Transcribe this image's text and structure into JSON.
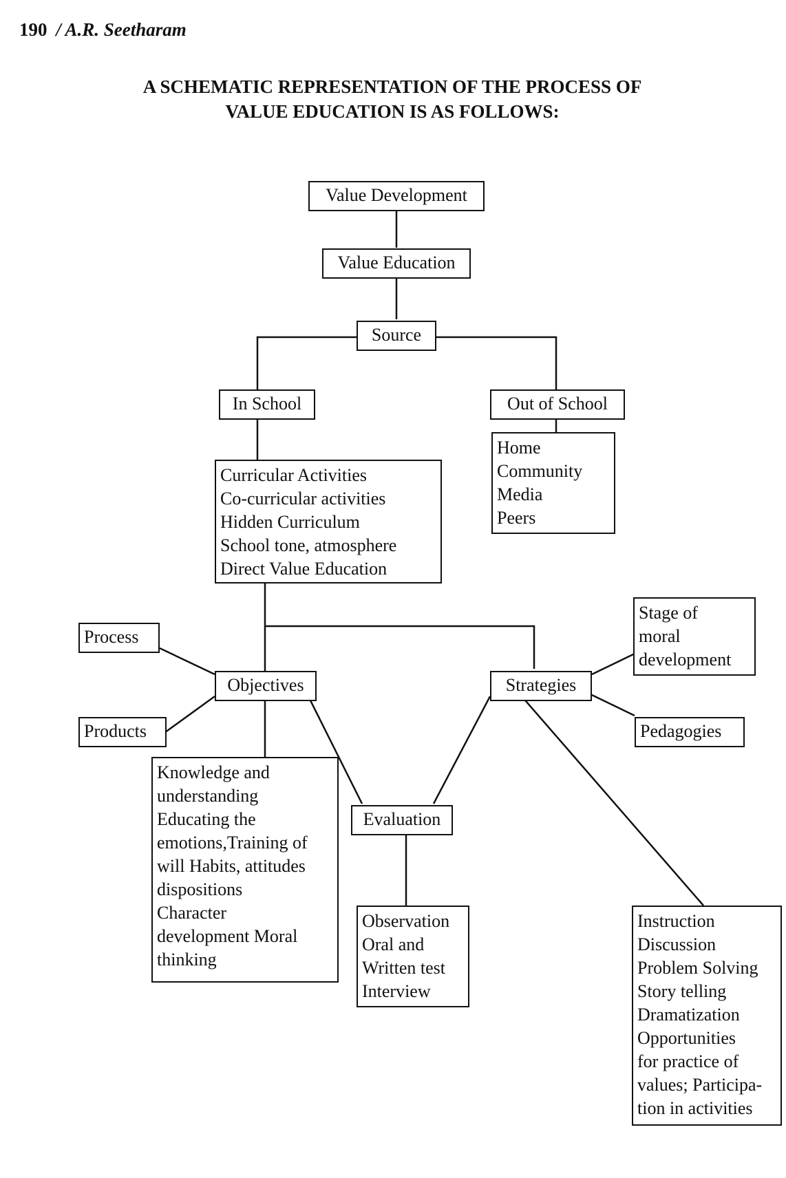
{
  "header": {
    "page_number": "190",
    "author": "/ A.R. Seetharam"
  },
  "title": {
    "line1": "A SCHEMATIC REPRESENTATION OF THE PROCESS OF",
    "line2": "VALUE EDUCATION IS AS FOLLOWS:"
  },
  "nodes": {
    "value_development": "Value Development",
    "value_education": "Value Education",
    "source": "Source",
    "in_school": "In School",
    "out_of_school": "Out of School",
    "in_school_items": [
      "Curricular Activities",
      "Co-curricular activities",
      "Hidden Curriculum",
      "School tone, atmosphere",
      "Direct Value Education"
    ],
    "out_of_school_items": [
      "Home",
      "Community",
      "Media",
      "Peers"
    ],
    "process": "Process",
    "products": "Products",
    "objectives": "Objectives",
    "strategies": "Strategies",
    "stage_of_moral_development": [
      "Stage of",
      "moral",
      "development"
    ],
    "pedagogies": "Pedagogies",
    "evaluation": "Evaluation",
    "objectives_items": [
      "Knowledge and",
      "understanding",
      "Educating the",
      "emotions,Training of",
      "will Habits, attitudes",
      "dispositions",
      "Character",
      "development Moral",
      "thinking"
    ],
    "evaluation_items": [
      "Observation",
      "Oral and",
      "Written test",
      "Interview"
    ],
    "strategies_items": [
      "Instruction",
      "Discussion",
      "Problem Solving",
      "Story telling",
      "Dramatization",
      "Opportunities",
      "for practice of",
      "values; Participa-",
      "tion in activities"
    ]
  }
}
